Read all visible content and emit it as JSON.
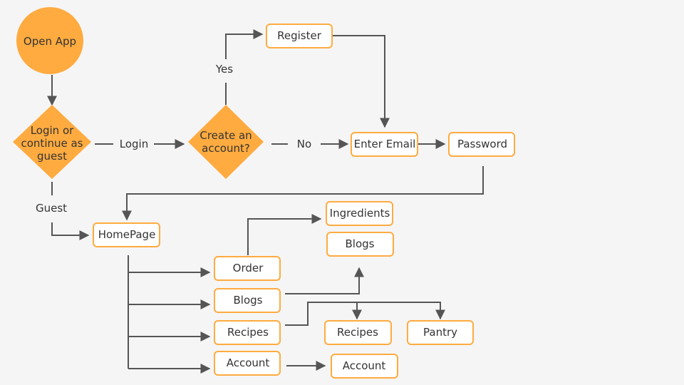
{
  "diagram": {
    "colors": {
      "accent": "#ffab40",
      "box_fill": "#ffffff",
      "arrow": "#555555",
      "text": "#333333",
      "background": "#f5f5f5"
    },
    "nodes": {
      "open_app": "Open App",
      "login_or_guest": [
        "Login or",
        "continue as",
        "guest"
      ],
      "create_account": [
        "Create an",
        "account?"
      ],
      "register": "Register",
      "enter_email": "Enter Email",
      "password": "Password",
      "homepage": "HomePage",
      "order": "Order",
      "blogs_menu": "Blogs",
      "recipes_menu": "Recipes",
      "account_menu": "Account",
      "ingredients": "Ingredients",
      "blogs_target": "Blogs",
      "recipes_target": "Recipes",
      "pantry": "Pantry",
      "account_target": "Account"
    },
    "edge_labels": {
      "login": "Login",
      "guest": "Guest",
      "yes": "Yes",
      "no": "No"
    }
  }
}
